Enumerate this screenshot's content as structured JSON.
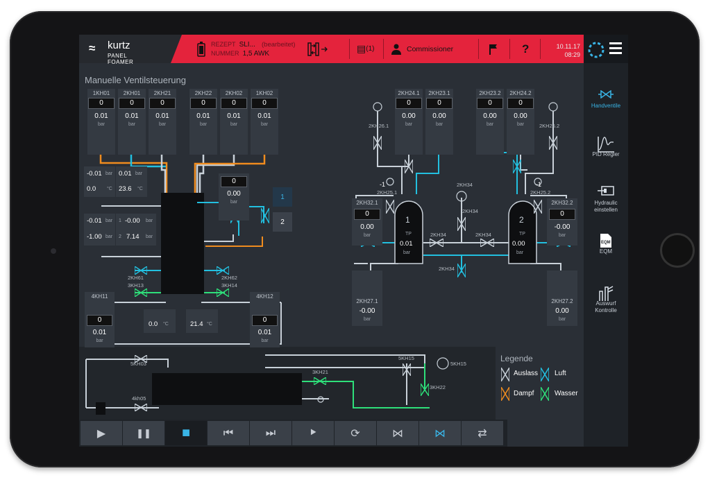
{
  "header": {
    "brand": "kurtz",
    "subbrand": "PANEL FOAMER",
    "recipe_label": "REZEPT",
    "recipe_value": "SLI...",
    "recipe_status": "(bearbeitet)",
    "number_label": "NUMMER",
    "number_value": "1,5 AWK",
    "messages_count": "(1)",
    "user": "Commissioner",
    "help": "?",
    "date": "10.11.17",
    "time": "08:29"
  },
  "page_title": "Manuelle Ventilsteuerung",
  "nav": [
    {
      "label": "Handventile",
      "icon": "valve-icon",
      "active": true
    },
    {
      "label": "PID Regler",
      "icon": "pid-chart-icon",
      "active": false
    },
    {
      "label": "Hydraulic einstellen",
      "icon": "hydraulic-icon",
      "active": false
    },
    {
      "label": "EQM",
      "icon": "eqm-icon",
      "active": false
    },
    {
      "label": "Auswurf Kontrolle",
      "icon": "ejector-icon",
      "active": false
    }
  ],
  "valve_tiles_top_left": [
    {
      "name": "1KH01",
      "setpoint": "0",
      "value": "0.01",
      "unit": "bar",
      "medium": "Dampf"
    },
    {
      "name": "2KH01",
      "setpoint": "0",
      "value": "0.01",
      "unit": "bar",
      "medium": "Luft"
    },
    {
      "name": "2KH21",
      "setpoint": "0",
      "value": "0.01",
      "unit": "bar",
      "medium": "Auslass"
    },
    {
      "name": "2KH22",
      "setpoint": "0",
      "value": "0.01",
      "unit": "bar",
      "medium": "Auslass"
    },
    {
      "name": "2KH02",
      "setpoint": "0",
      "value": "0.01",
      "unit": "bar",
      "medium": "Auslass"
    },
    {
      "name": "1KH02",
      "setpoint": "0",
      "value": "0.01",
      "unit": "bar",
      "medium": "Dampf"
    }
  ],
  "sensors_left": {
    "p1": "-0.01",
    "p2": "0.01",
    "t1": "0.0",
    "t2": "23.6",
    "p3": "-0.01",
    "p4": "-0.00",
    "p5": "-1.00",
    "p6": "7.14",
    "bar": "bar",
    "deg": "°C",
    "idx1": "1",
    "idx2": "2"
  },
  "center_input": {
    "setpoint": "0",
    "value": "0.00",
    "unit": "bar"
  },
  "mold_buttons": [
    "1",
    "2"
  ],
  "left_labels": {
    "kh61": "2KH61",
    "kh13": "3KH13",
    "kh62": "2KH62",
    "kh14": "3KH14"
  },
  "bottom_tiles": [
    {
      "name": "4KH11",
      "setpoint": "0",
      "value": "0.01",
      "unit": "bar"
    },
    {
      "name": "4KH12",
      "setpoint": "0",
      "value": "0.01",
      "unit": "bar"
    }
  ],
  "bottom_temps": [
    {
      "value": "0.0",
      "unit": "°C"
    },
    {
      "value": "21.4",
      "unit": "°C"
    }
  ],
  "right_tiles_top": [
    {
      "name": "2KH24.1",
      "setpoint": "0",
      "value": "0.00",
      "unit": "bar"
    },
    {
      "name": "2KH23.1",
      "setpoint": "0",
      "value": "0.00",
      "unit": "bar"
    },
    {
      "name": "2KH23.2",
      "setpoint": "0",
      "value": "0.00",
      "unit": "bar"
    },
    {
      "name": "2KH24.2",
      "setpoint": "0",
      "value": "0.00",
      "unit": "bar"
    }
  ],
  "right_side_tiles": [
    {
      "name": "2KH32.1",
      "setpoint": "0",
      "value": "0.00",
      "unit": "bar"
    },
    {
      "name": "2KH32.2",
      "setpoint": "0",
      "value": "-0.00",
      "unit": "bar"
    }
  ],
  "right_bottom_tiles": [
    {
      "name": "2KH27.1",
      "value": "-0.00",
      "unit": "bar"
    },
    {
      "name": "2KH27.2",
      "value": "0.00",
      "unit": "bar"
    }
  ],
  "tanks": [
    {
      "num": "1",
      "label": "TP",
      "value": "0.01",
      "unit": "bar"
    },
    {
      "num": "2",
      "label": "TP",
      "value": "0.00",
      "unit": "bar"
    }
  ],
  "right_labels": {
    "kh26_1": "2KH26.1",
    "kh26_2": "2KH26.2",
    "kh25_1": "2KH25.1",
    "kh25_2": "2KH25.2",
    "kh34a": "2KH34",
    "kh34b": "2KH34",
    "kh34c": "2KH34",
    "kh34d": "2KH34",
    "kh34e": "2KH34",
    "minus1a": "-1",
    "minus1b": "-1"
  },
  "bottom_labels": {
    "kh03": "5KH03",
    "kh05": "4kh05",
    "kh21": "3KH21",
    "kh15a": "5KH15",
    "kh15b": "5KH15",
    "kh22": "3KH22"
  },
  "legend": {
    "title": "Legende",
    "items": [
      {
        "label": "Auslass",
        "color": "#c9d1d9"
      },
      {
        "label": "Luft",
        "color": "#22c0e0"
      },
      {
        "label": "Dampf",
        "color": "#f08c1e"
      },
      {
        "label": "Wasser",
        "color": "#2ee07a"
      }
    ]
  },
  "playback": [
    {
      "name": "play",
      "glyph": "▶",
      "active": false
    },
    {
      "name": "pause",
      "glyph": "❚❚",
      "active": false
    },
    {
      "name": "stop",
      "glyph": "■",
      "active": true
    },
    {
      "name": "prev",
      "glyph": "⏮",
      "active": false
    },
    {
      "name": "next",
      "glyph": "⏭",
      "active": false
    },
    {
      "name": "step",
      "glyph": "⯈",
      "active": false
    },
    {
      "name": "loop",
      "glyph": "⟳",
      "active": false
    },
    {
      "name": "valve-step",
      "glyph": "⋈",
      "active": false
    },
    {
      "name": "valve-reset",
      "glyph": "⋈",
      "active": false
    },
    {
      "name": "transfer",
      "glyph": "⇄",
      "active": false
    }
  ],
  "colors": {
    "accent": "#39b4e6",
    "header_red": "#e4233c",
    "luft": "#22c0e0",
    "dampf": "#f08c1e",
    "wasser": "#2ee07a",
    "auslass": "#c9d1d9"
  }
}
